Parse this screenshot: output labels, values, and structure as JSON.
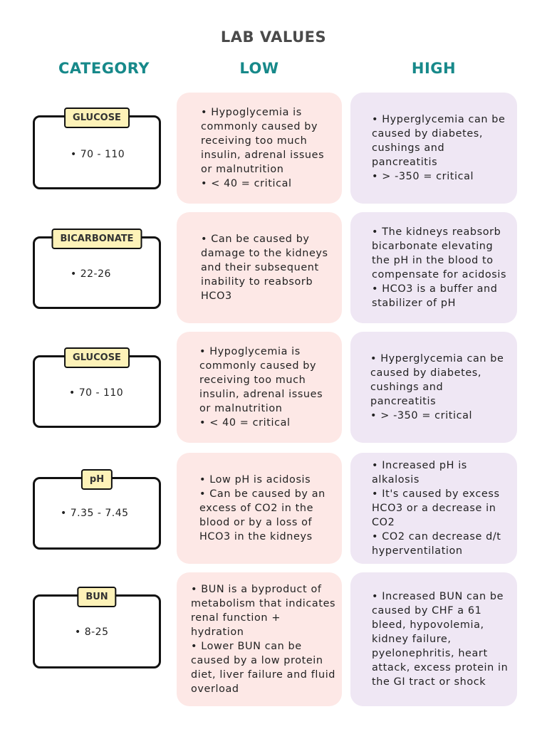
{
  "title": "LAB VALUES",
  "headers": {
    "category": "CATEGORY",
    "low": "LOW",
    "high": "HIGH"
  },
  "rows": [
    {
      "label": "GLUCOSE",
      "range": "70 - 110",
      "low": [
        "Hypoglycemia is commonly caused by receiving too much insulin, adrenal issues or malnutrition",
        "< 40 = critical"
      ],
      "high": [
        "Hyperglycemia can be caused by diabetes, cushings and pancreatitis",
        "> -350 = critical"
      ]
    },
    {
      "label": "BICARBONATE",
      "range": "22-26",
      "low": [
        "Can be caused by damage to the kidneys and their subsequent inability to reabsorb HCO3"
      ],
      "high": [
        "The kidneys reabsorb bicarbonate elevating the pH in the blood to compensate for acidosis",
        "HCO3 is a buffer and stabilizer of pH"
      ]
    },
    {
      "label": "GLUCOSE",
      "range": "70 - 110",
      "low": [
        "Hypoglycemia is commonly caused by receiving too much insulin, adrenal issues or malnutrition",
        "< 40 = critical"
      ],
      "high": [
        "Hyperglycemia can be caused by diabetes, cushings and pancreatitis",
        "> -350 = critical"
      ]
    },
    {
      "label": "pH",
      "range": "7.35 - 7.45",
      "low": [
        "Low pH is acidosis",
        "Can be caused by an excess of CO2 in the blood or by a loss of HCO3 in the kidneys"
      ],
      "high": [
        "Increased pH is alkalosis",
        "It's caused by excess HCO3 or a decrease in CO2",
        "CO2 can decrease d/t hyperventilation"
      ]
    },
    {
      "label": "BUN",
      "range": "8-25",
      "low": [
        "BUN is a byproduct of metabolism that indicates renal function + hydration",
        "Lower BUN can be caused by a low protein diet, liver failure and fluid overload"
      ],
      "high": [
        "Increased BUN can be caused by CHF a 61 bleed, hypovolemia, kidney failure, pyelonephritis, heart attack, excess protein in the GI tract or shock"
      ]
    }
  ]
}
